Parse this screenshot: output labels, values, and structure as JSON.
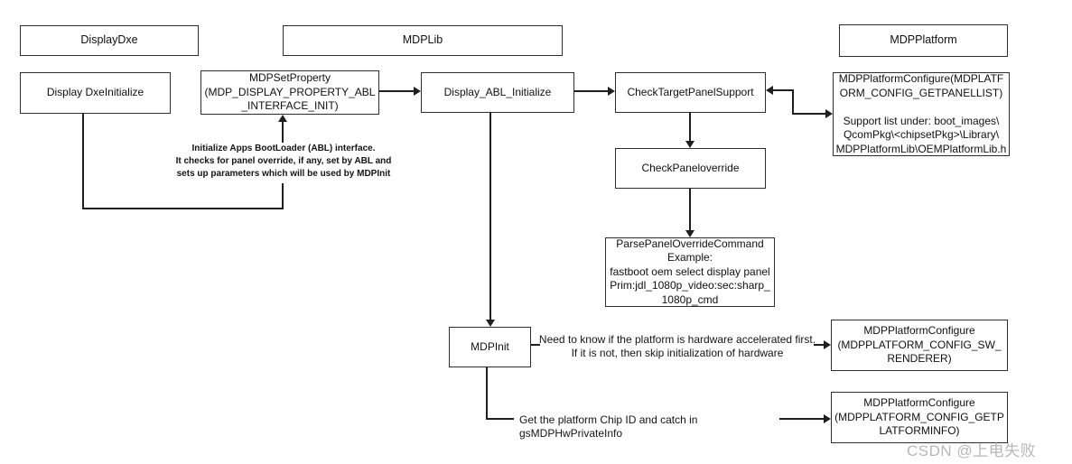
{
  "nodes": {
    "display_dxe": "DisplayDxe",
    "mdplib": "MDPLib",
    "mdpplatform": "MDPPlatform",
    "display_dxeinitialize": "Display DxeInitialize",
    "mdpsetproperty": "MDPSetProperty\n(MDP_DISPLAY_PROPERTY_ABL\n_INTERFACE_INIT)",
    "display_abl_initialize": "Display_ABL_Initialize",
    "checktargetpanelsupport": "CheckTargetPanelSupport",
    "getpanellist": "MDPPlatformConfigure(MDPLATF\nORM_CONFIG_GETPANELLIST)\n\nSupport list under: boot_images\\\nQcomPkg\\<chipsetPkg>\\Library\\\nMDPPlatformLib\\OEMPlatformLib.h",
    "checkpaneloverride": "CheckPaneloverride",
    "parsepaneloverridecommand": "ParsePanelOverrideCommand\nExample:\nfastboot oem select display panel\nPrim:jdl_1080p_video:sec:sharp_\n1080p_cmd",
    "mdpinit": "MDPInit",
    "swrenderer": "MDPPlatformConfigure\n(MDPPLATFORM_CONFIG_SW_\nRENDERER)",
    "getplatforminfo": "MDPPlatformConfigure\n(MDPPLATFORM_CONFIG_GETP\nLATFORMINFO)"
  },
  "annotations": {
    "abl_note": "Initialize Apps BootLoader (ABL) interface.\nIt checks for panel override, if any, set by ABL and\nsets up parameters which will be used by MDPInit",
    "hw_note": "Need to know if the platform is hardware accelerated first.\nIf it is not, then skip initialization of hardware",
    "chipid_note": "Get the platform Chip ID and catch in gsMDPHwPrivateInfo"
  },
  "watermark": "CSDN @上电失败",
  "colors": {
    "background": "#ffffff",
    "box_border": "#2e2e2e",
    "line": "#1f1f1f",
    "text": "#101010",
    "watermark": "#b8b8b8"
  }
}
